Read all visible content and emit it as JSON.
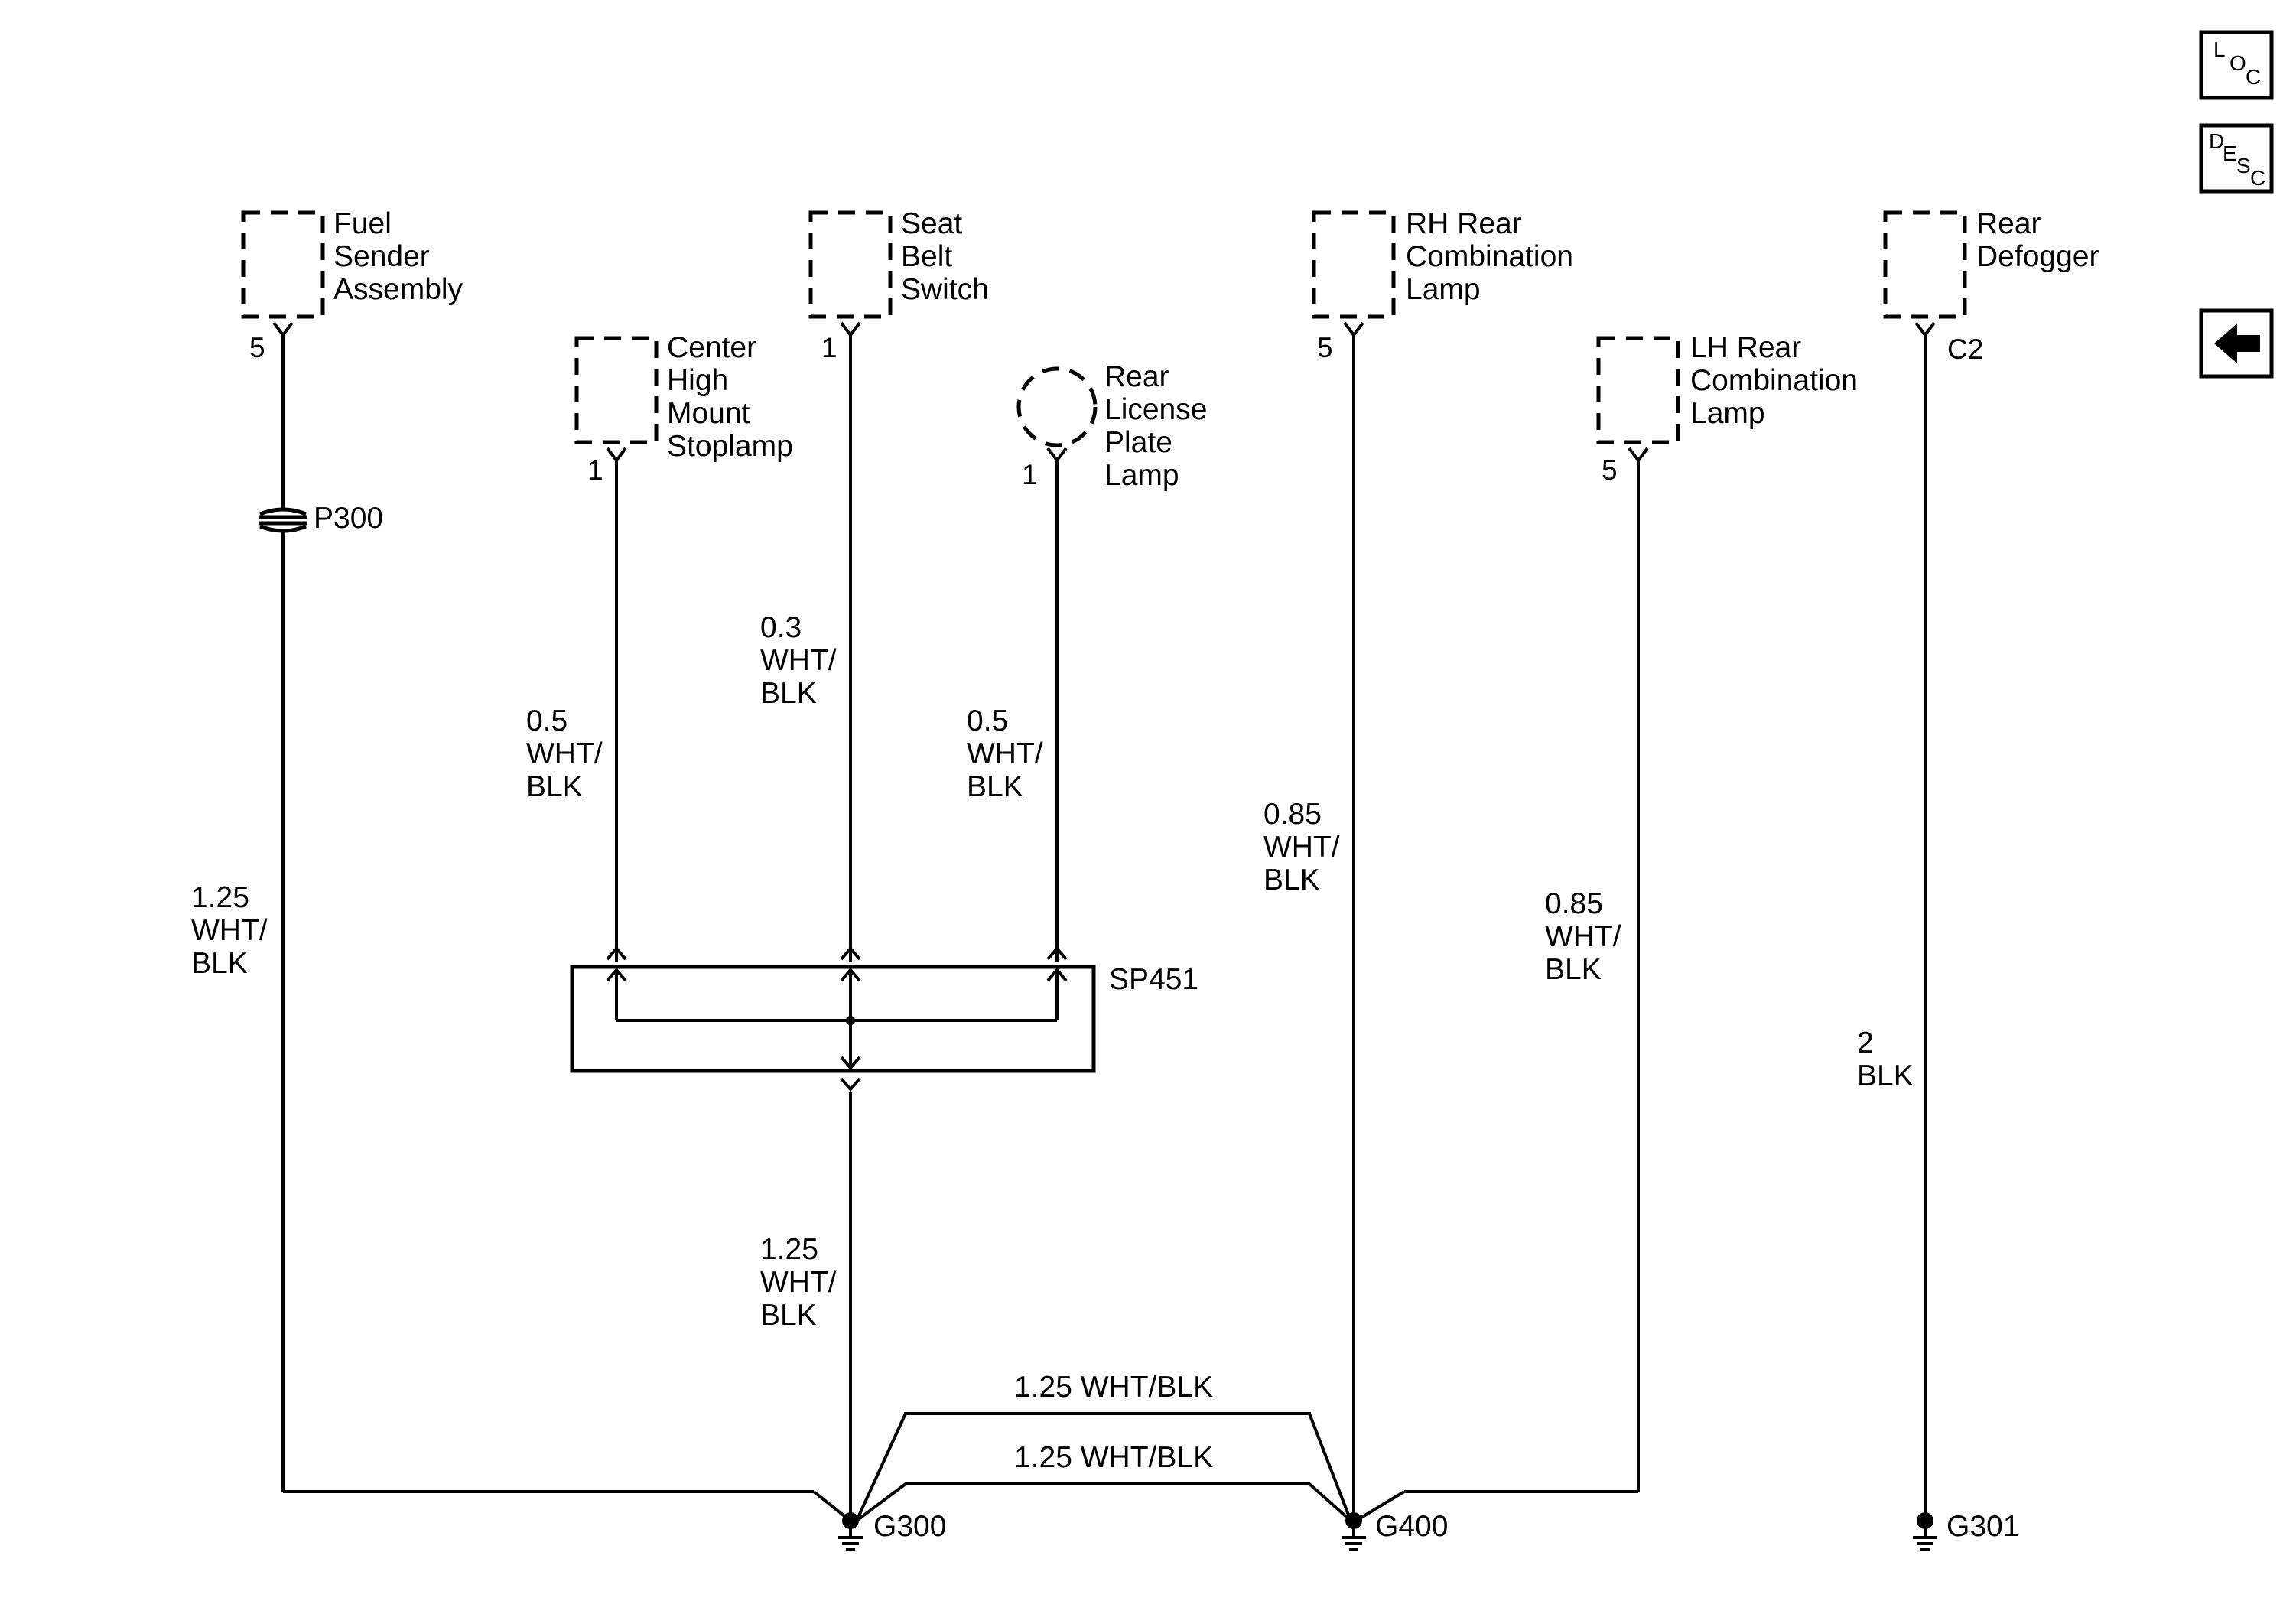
{
  "nav": {
    "loc": {
      "l": "L",
      "o": "O",
      "c": "C"
    },
    "desc": {
      "d": "D",
      "e": "E",
      "s": "S",
      "c": "C"
    },
    "back_icon": "left-arrow-icon"
  },
  "components": {
    "fuel_sender": {
      "lines": [
        "Fuel",
        "Sender",
        "Assembly"
      ],
      "pin": "5"
    },
    "seat_belt": {
      "lines": [
        "Seat",
        "Belt",
        "Switch"
      ],
      "pin": "1"
    },
    "chmsl": {
      "lines": [
        "Center",
        "High",
        "Mount",
        "Stoplamp"
      ],
      "pin": "1"
    },
    "license_lamp": {
      "lines": [
        "Rear",
        "License",
        "Plate",
        "Lamp"
      ],
      "pin": "1"
    },
    "rh_rear": {
      "lines": [
        "RH Rear",
        "Combination",
        "Lamp"
      ],
      "pin": "5"
    },
    "lh_rear": {
      "lines": [
        "LH Rear",
        "Combination",
        "Lamp"
      ],
      "pin": "5"
    },
    "defogger": {
      "lines": [
        "Rear",
        "Defogger"
      ],
      "pin": "C2"
    }
  },
  "inline_connector": "P300",
  "splice": "SP451",
  "wires": {
    "fuel": [
      "1.25",
      "WHT/",
      "BLK"
    ],
    "chmsl": [
      "0.5",
      "WHT/",
      "BLK"
    ],
    "seat_belt": [
      "0.3",
      "WHT/",
      "BLK"
    ],
    "license": [
      "0.5",
      "WHT/",
      "BLK"
    ],
    "splice_out": [
      "1.25",
      "WHT/",
      "BLK"
    ],
    "rh_rear": [
      "0.85",
      "WHT/",
      "BLK"
    ],
    "lh_rear": [
      "0.85",
      "WHT/",
      "BLK"
    ],
    "defogger": [
      "2",
      "BLK"
    ],
    "bridge_upper": "1.25 WHT/BLK",
    "bridge_lower": "1.25 WHT/BLK"
  },
  "grounds": {
    "g300": "G300",
    "g400": "G400",
    "g301": "G301"
  }
}
